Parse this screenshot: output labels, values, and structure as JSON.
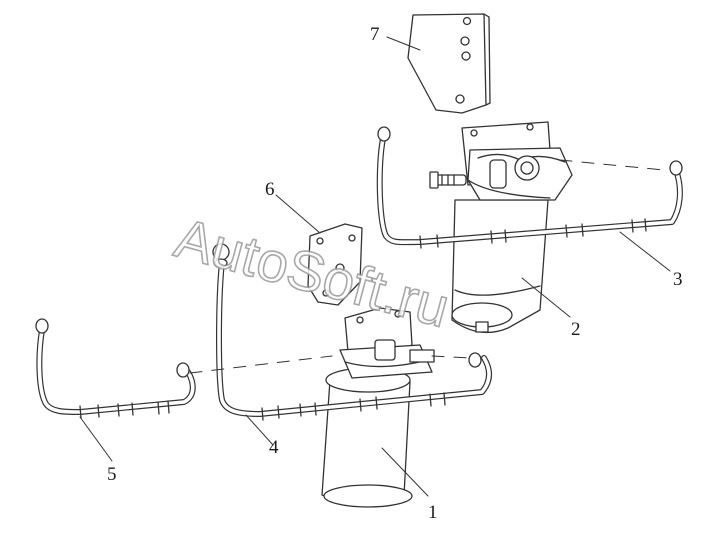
{
  "diagram": {
    "watermark": "AutoSoft.ru",
    "callouts": [
      {
        "id": "part-7",
        "label": "7"
      },
      {
        "id": "part-6",
        "label": "6"
      },
      {
        "id": "part-3",
        "label": "3"
      },
      {
        "id": "part-2",
        "label": "2"
      },
      {
        "id": "part-5",
        "label": "5"
      },
      {
        "id": "part-4",
        "label": "4"
      },
      {
        "id": "part-1",
        "label": "1"
      }
    ],
    "colors": {
      "line": "#333333",
      "background": "#ffffff",
      "watermark_outline": "#9a9a9a"
    }
  }
}
